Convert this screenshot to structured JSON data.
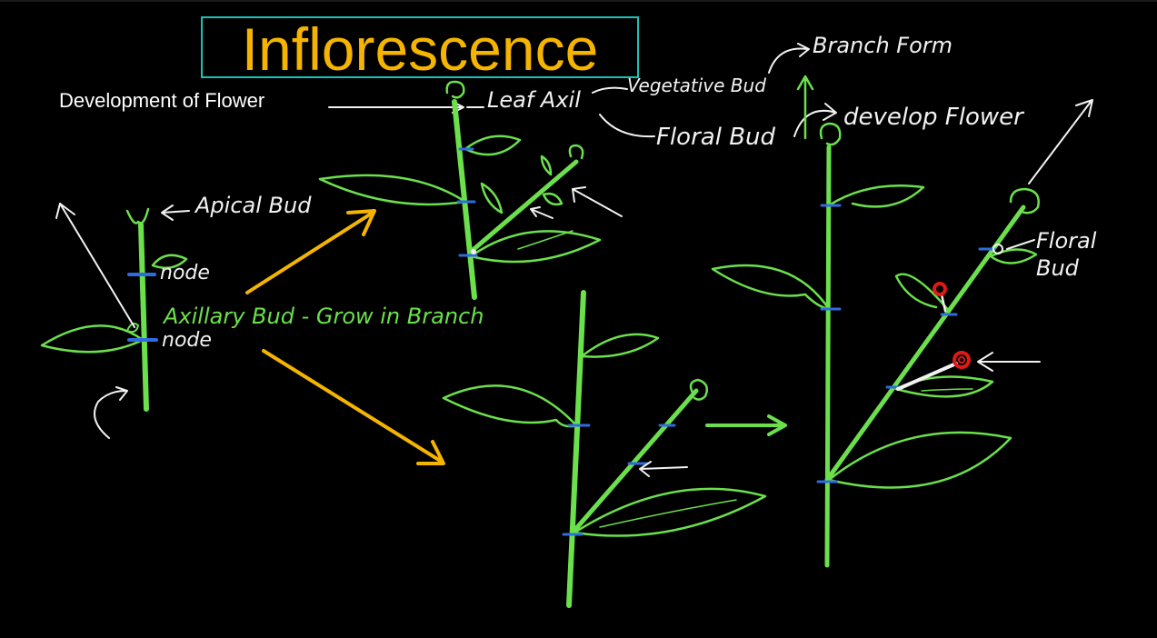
{
  "title": "Inflorescence",
  "subtitle": "Development of Flower",
  "colors": {
    "background": "#000000",
    "title": "#f4b400",
    "title_border": "#19c2b8",
    "stem": "#6be04c",
    "arrow": "#f4b400",
    "node_mark": "#2f6be0",
    "bud_highlight": "#e01818",
    "ink": "#f2f2f2"
  },
  "labels": {
    "apical_bud": "Apical Bud",
    "node_upper": "node",
    "node_lower": "node",
    "axillary_bud": "Axillary Bud - Grow in Branch",
    "leaf_axil": "Leaf Axil",
    "vegetative_bud": "Vegetative Bud",
    "floral_bud_top": "Floral Bud",
    "branch_form": "Branch Form",
    "develop_flower": "develop Flower",
    "floral_bud_right": "Floral\nBud"
  }
}
